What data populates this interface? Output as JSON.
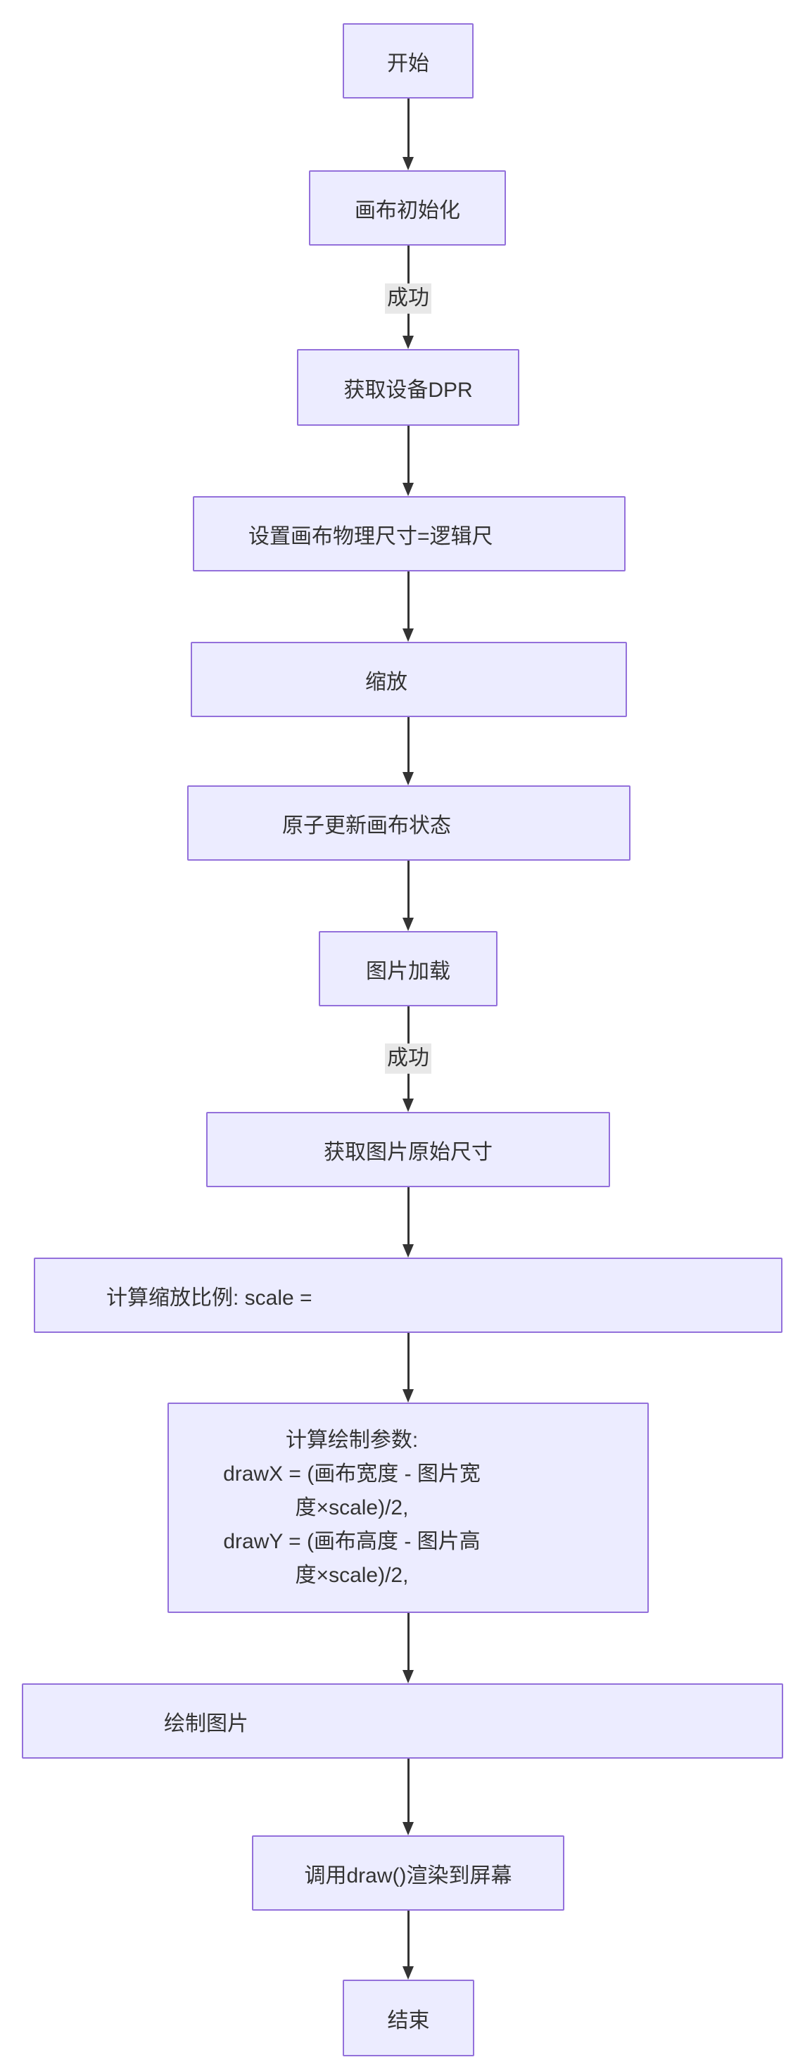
{
  "flowchart": {
    "direction": "top-down",
    "nodes": [
      {
        "id": "start",
        "label": "开始"
      },
      {
        "id": "canvas-init",
        "label": "画布初始化"
      },
      {
        "id": "get-device-dpr",
        "label": "获取设备DPR"
      },
      {
        "id": "set-canvas-size",
        "label": "设置画布物理尺寸=逻辑尺"
      },
      {
        "id": "scale",
        "label": "缩放"
      },
      {
        "id": "atomic-update-state",
        "label": "原子更新画布状态"
      },
      {
        "id": "image-load",
        "label": "图片加载"
      },
      {
        "id": "get-image-size",
        "label": "获取图片原始尺寸"
      },
      {
        "id": "calc-scale-ratio",
        "label": "计算缩放比例: scale ="
      },
      {
        "id": "calc-draw-params",
        "lines": [
          "计算绘制参数:",
          "drawX = (画布宽度 - 图片宽",
          "度×scale)/2,",
          "drawY = (画布高度 - 图片高",
          "度×scale)/2,"
        ]
      },
      {
        "id": "draw-image",
        "label": "绘制图片"
      },
      {
        "id": "call-draw-render",
        "label": "调用draw()渲染到屏幕"
      },
      {
        "id": "end",
        "label": "结束"
      }
    ],
    "edges": [
      {
        "from": "start",
        "to": "canvas-init"
      },
      {
        "from": "canvas-init",
        "to": "get-device-dpr",
        "label": "成功"
      },
      {
        "from": "get-device-dpr",
        "to": "set-canvas-size"
      },
      {
        "from": "set-canvas-size",
        "to": "scale"
      },
      {
        "from": "scale",
        "to": "atomic-update-state"
      },
      {
        "from": "atomic-update-state",
        "to": "image-load"
      },
      {
        "from": "image-load",
        "to": "get-image-size",
        "label": "成功"
      },
      {
        "from": "get-image-size",
        "to": "calc-scale-ratio"
      },
      {
        "from": "calc-scale-ratio",
        "to": "calc-draw-params"
      },
      {
        "from": "calc-draw-params",
        "to": "draw-image"
      },
      {
        "from": "draw-image",
        "to": "call-draw-render"
      },
      {
        "from": "call-draw-render",
        "to": "end"
      }
    ],
    "colors": {
      "node_fill": "#ECECFF",
      "node_border": "#9370DB",
      "edge": "#333333",
      "text": "#333333",
      "edge_label_bg": "#E8E8E8",
      "background": "#FFFFFF"
    }
  }
}
